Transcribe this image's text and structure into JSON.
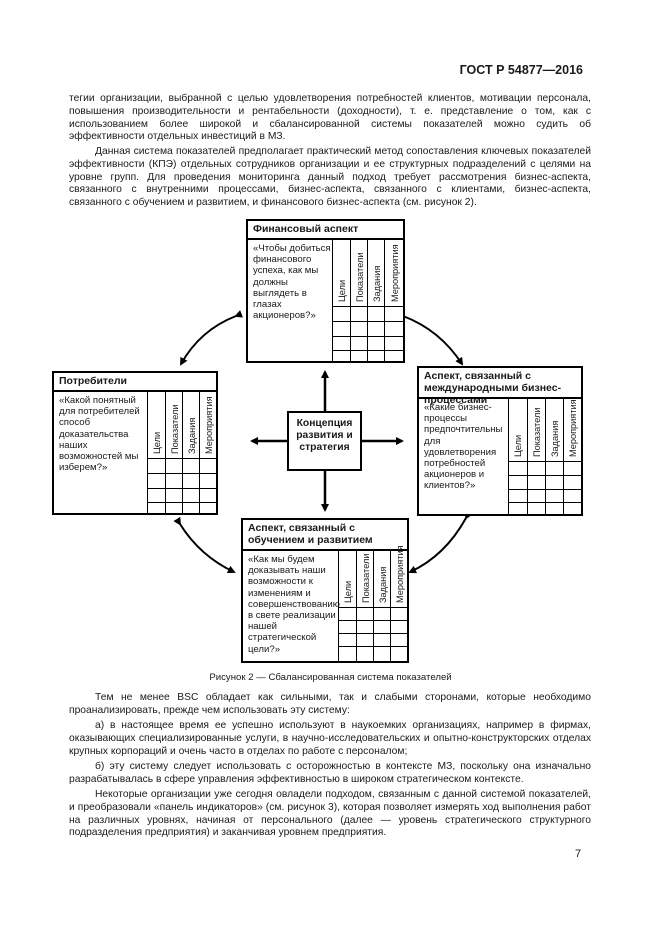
{
  "header": {
    "standard": "ГОСТ Р 54877—2016"
  },
  "paragraphs": {
    "p1": "тегии организации, выбранной с целью удовлетворения потребностей клиентов, мотивации персонала, повышения производительности и рентабельности (доходности), т. е. представление о том, как с использованием более широкой и сбалансированной системы показателей можно судить об эффективности отдельных инвестиций в МЗ.",
    "p2": "Данная система показателей предполагает практический метод сопоставления ключевых показателей эффективности (КПЭ) отдельных сотрудников организации и ее структурных подразделений с целями на уровне групп. Для проведения мониторинга данный подход требует рассмотрения бизнес-аспекта, связанного с внутренними процессами, бизнес-аспекта, связанного с клиентами, бизнес-аспекта, связанного с обучением и развитием, и финансового бизнес-аспекта (см. рисунок 2).",
    "p3": "Тем не менее BSC обладает как сильными, так и слабыми сторонами, которые необходимо проанализировать, прежде чем использовать эту систему:",
    "p4": "а) в настоящее время ее успешно используют в наукоемких организациях, например в фирмах, оказывающих специализированные услуги, в научно-исследовательских и опытно-конструкторских отделах крупных корпораций и очень часто в отделах по работе с персоналом;",
    "p5": "б) эту систему следует использовать с осторожностью в контексте МЗ, поскольку она изначально разрабатывалась в сфере управления эффективностью в широком стратегическом контексте.",
    "p6": "Некоторые организации уже сегодня овладели подходом, связанным с данной системой показателей, и преобразовали «панель индикаторов» (см. рисунок 3), которая позволяет измерять ход выполнения работ на различных уровнях, начиная от персонального (далее — уровень стратегического структурного подразделения предприятия) и заканчивая уровнем предприятия."
  },
  "figure": {
    "center": "Концепция развития и стратегия",
    "columns": [
      "Цели",
      "Показатели",
      "Задания",
      "Мероприятия"
    ],
    "boxes": {
      "financial": {
        "title": "Финансовый аспект",
        "question": "«Чтобы добиться финансового успеха, как мы должны выглядеть в глазах акционеров?»"
      },
      "customers": {
        "title": "Потребители",
        "question": "«Какой понятный для потребителей способ доказательства наших возможностей мы изберем?»"
      },
      "processes": {
        "title": "Аспект, связанный с международными бизнес-процессами",
        "question": "«Какие бизнес-процессы предпочтительны для удовлетворения потребностей акционеров и клиентов?»"
      },
      "learning": {
        "title": "Аспект, связанный с обучением и развитием",
        "question": "«Как мы будем доказывать наши возможности к изменениям и совершенствованию в свете реализации нашей стратегической цели?»"
      }
    },
    "caption": "Рисунок 2 — Сбалансированная система показателей"
  },
  "page_number": "7"
}
